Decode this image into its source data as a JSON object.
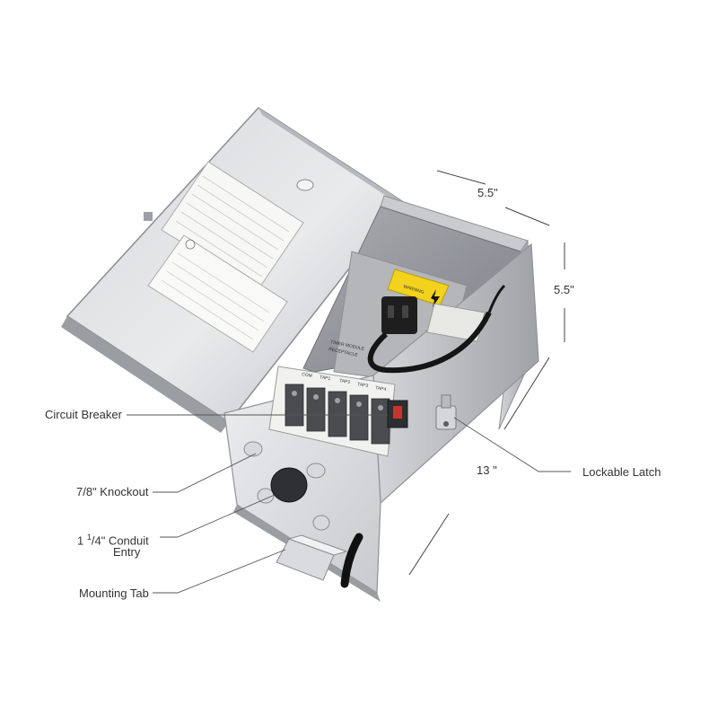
{
  "dimensions": {
    "width": "5.5\"",
    "height": "5.5\"",
    "length": "13 \""
  },
  "callouts": {
    "circuit_breaker": "Circuit Breaker",
    "knockout": "7/8\" Knockout",
    "conduit_line1_prefix": "1 ",
    "conduit_sup": "1",
    "conduit_line1_suffix": "/4\" Conduit",
    "conduit_line2": "Entry",
    "mounting_tab": "Mounting Tab",
    "lockable_latch": "Lockable Latch"
  },
  "product_labels": {
    "warning": "WARNING",
    "module_line1": "TIMER MODULE",
    "module_line2": "RECEPTACLE",
    "terminal_com": "COM",
    "terminal_taps": [
      "TAP1",
      "TAP2",
      "TAP3",
      "TAP4"
    ]
  },
  "colors": {
    "steel_light": "#e3e4e6",
    "steel_mid": "#c4c6c9",
    "steel_dark": "#8e9196",
    "warning_yellow": "#f2d21c",
    "text": "#333333",
    "leader_line": "#555555"
  }
}
